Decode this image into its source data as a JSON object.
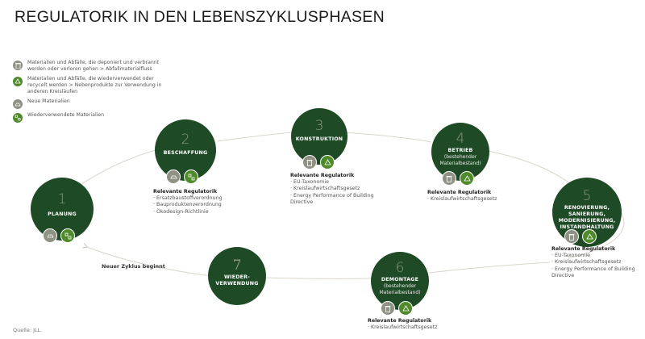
{
  "title": "REGULATORIK IN DEN LEBENSZYKLUSPHASEN",
  "colors": {
    "node_fill": "#1f4a26",
    "icon_gray": "#8e9183",
    "icon_green": "#4f8a2b",
    "path_line": "#d9d6cc"
  },
  "legend": [
    {
      "icon": "trash-icon",
      "color": "gray",
      "text": "Materialien und Abfälle, die deponiert und verbrannt werden oder verloren gehen > Abfallmaterialfluss"
    },
    {
      "icon": "recycle-icon",
      "color": "green",
      "text": "Materialien und Abfälle, die wiederverwendet oder recycelt werden > Nebenprodukte zur Verwendung in anderen Kreisläufen"
    },
    {
      "icon": "new-materials-icon",
      "color": "gray",
      "text": "Neue Materialien"
    },
    {
      "icon": "reused-materials-icon",
      "color": "green",
      "text": "Wiederverwendete Materialien"
    }
  ],
  "phases": [
    {
      "num": "1",
      "label": "PLANUNG",
      "sub": ""
    },
    {
      "num": "2",
      "label": "BESCHAFFUNG",
      "sub": ""
    },
    {
      "num": "3",
      "label": "KONSTRUKTION",
      "sub": ""
    },
    {
      "num": "4",
      "label": "BETRIEB",
      "sub": "(bestehender Materialbestand)"
    },
    {
      "num": "5",
      "label": "RENOVIERUNG, SANIERUNG, MODERNISIERUNG, INSTANDHALTUNG",
      "sub": ""
    },
    {
      "num": "6",
      "label": "DEMONTAGE",
      "sub": "(bestehender Materialbestand)"
    },
    {
      "num": "7",
      "label": "WIEDER-VERWENDUNG",
      "sub": ""
    }
  ],
  "regulation_heading": "Relevante Regulatorik",
  "regulations": {
    "p2": [
      "Ersatzbaustoffverordnung",
      "Bauproduktenverordnung",
      "Ökodesign-Richtlinie"
    ],
    "p3": [
      "EU-Taxonomie",
      "Kreislaufwirtschaftsgesetz",
      "Energy Performance of Building Directive"
    ],
    "p4": [
      "Kreislaufwirtschaftsgesetz"
    ],
    "p5": [
      "EU-Taxonomie",
      "Kreislaufwirtschaftsgesetz",
      "Energy Performance of Building Directive"
    ],
    "p6": [
      "Kreislaufwirtschaftsgesetz"
    ]
  },
  "new_cycle_label": "Neuer Zyklus beginnt",
  "source": "Quelle: JLL."
}
